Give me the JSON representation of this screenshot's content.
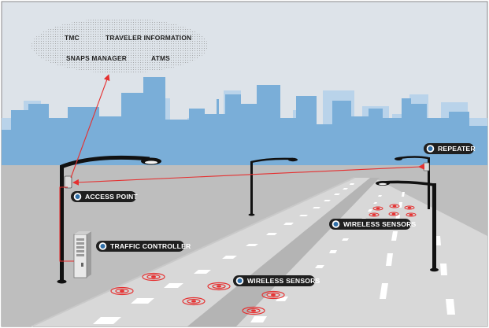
{
  "cloud": {
    "items": [
      "TMC",
      "TRAVELER INFORMATION",
      "SNAPS MANAGER",
      "ATMS"
    ]
  },
  "labels": {
    "repeater": "REPEATER",
    "access_point": "ACCESS POINT",
    "traffic_controller": "TRAFFIC CONTROLLER",
    "wireless_sensors_far": "WIRELESS SENSORS",
    "wireless_sensors_near": "WIRELESS SENSORS"
  },
  "colors": {
    "sky": "#dde3e9",
    "skyline_back": "#b9d3ea",
    "skyline_front": "#7aaed8",
    "ground": "#bdbdbd",
    "road": "#d9d9d9",
    "signal_line": "#e53030",
    "label_bg": "#1f1f1f",
    "pole": "#111111"
  }
}
